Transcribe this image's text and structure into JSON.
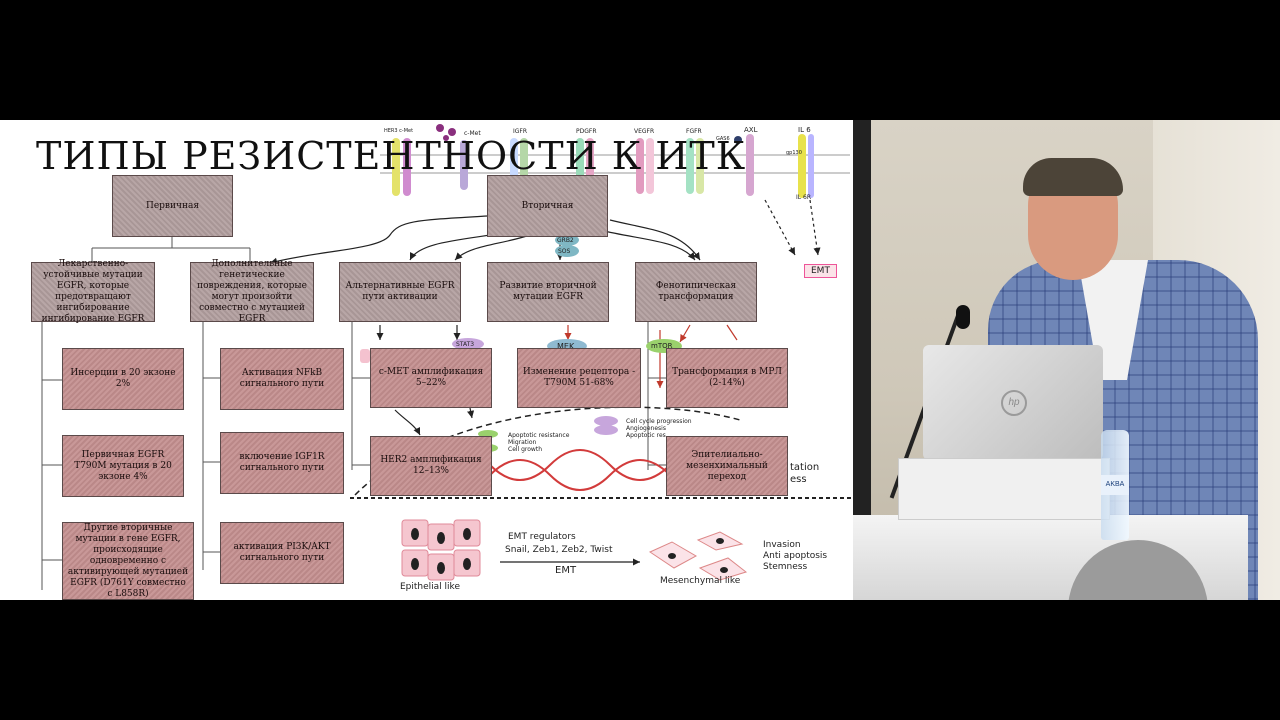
{
  "slide": {
    "title": "ТИПЫ РЕЗИСТЕНТНОСТИ К ИТК",
    "primary": "Первичная",
    "secondary": "Вторичная",
    "primary_children": [
      "Лекарственно-устойчивые мутации EGFR, которые предотвращают ингибирование ингибирование EGFR",
      "Дополнительные генетические повреждения, которые могут произойти совместно с мутацией EGFR"
    ],
    "secondary_children": [
      "Альтернативные EGFR пути активации",
      "Развитие вторичной мутации EGFR",
      "Фенотипическая трансформация"
    ],
    "col1": [
      "Инсерции в 20 экзоне 2%",
      "Первичная EGFR T790M мутация в 20 экзоне 4%",
      "Другие вторичные мутации в гене EGFR, происходящие одновременно с активирующей мутацией EGFR (D761Y совместно с L858R)"
    ],
    "col2": [
      "Активация NFkB сигнального пути",
      "включение IGF1R сигнального пути",
      "активация PI3K/AKT сигнального пути"
    ],
    "col3": [
      "c-MET амплификация 5–22%",
      "HER2 амплификация 12–13%"
    ],
    "col4": [
      "Изменение рецептора - T790M 51-68%"
    ],
    "col5": [
      "Трансформация в МРЛ (2-14%)",
      "Эпителиально-мезенхимальный переход"
    ],
    "receptors": [
      "HER3 c-Met",
      "c-Met",
      "IGFR",
      "PDGFR",
      "VEGFR",
      "FGFR",
      "AXL",
      "IL 6",
      "GAS6"
    ],
    "small": {
      "grb2": "GRB2",
      "sos": "SOS",
      "stat3": "STAT3",
      "mek": "MEK",
      "mtor": "mTOR",
      "emt": "EMT",
      "il6r": "IL 6R",
      "gp130": "gp130",
      "apoptotic": "Apoptotic resistance",
      "migration": "Migration",
      "growth": "Cell growth",
      "progression": "Cell cycle progression",
      "angio": "Angiogenesis",
      "apoptotic2": "Apoptotic res",
      "tation": "tation",
      "ess": "ess"
    },
    "emt_panel": {
      "regulators": "EMT regulators",
      "list": "Snail, Zeb1, Zeb2, Twist",
      "arrow": "EMT",
      "epithelial": "Epithelial like",
      "mesenchymal": "Mesenchymal like",
      "invasion": "Invasion",
      "anti": "Anti apoptosis",
      "stemness": "Stemness"
    },
    "colors": {
      "box_grey": "#b29f9f",
      "box_red": "#c48f8f",
      "arrow_red": "#c0392b"
    }
  },
  "room": {
    "laptop_logo": "hp",
    "bottle_label": "AKBA"
  }
}
